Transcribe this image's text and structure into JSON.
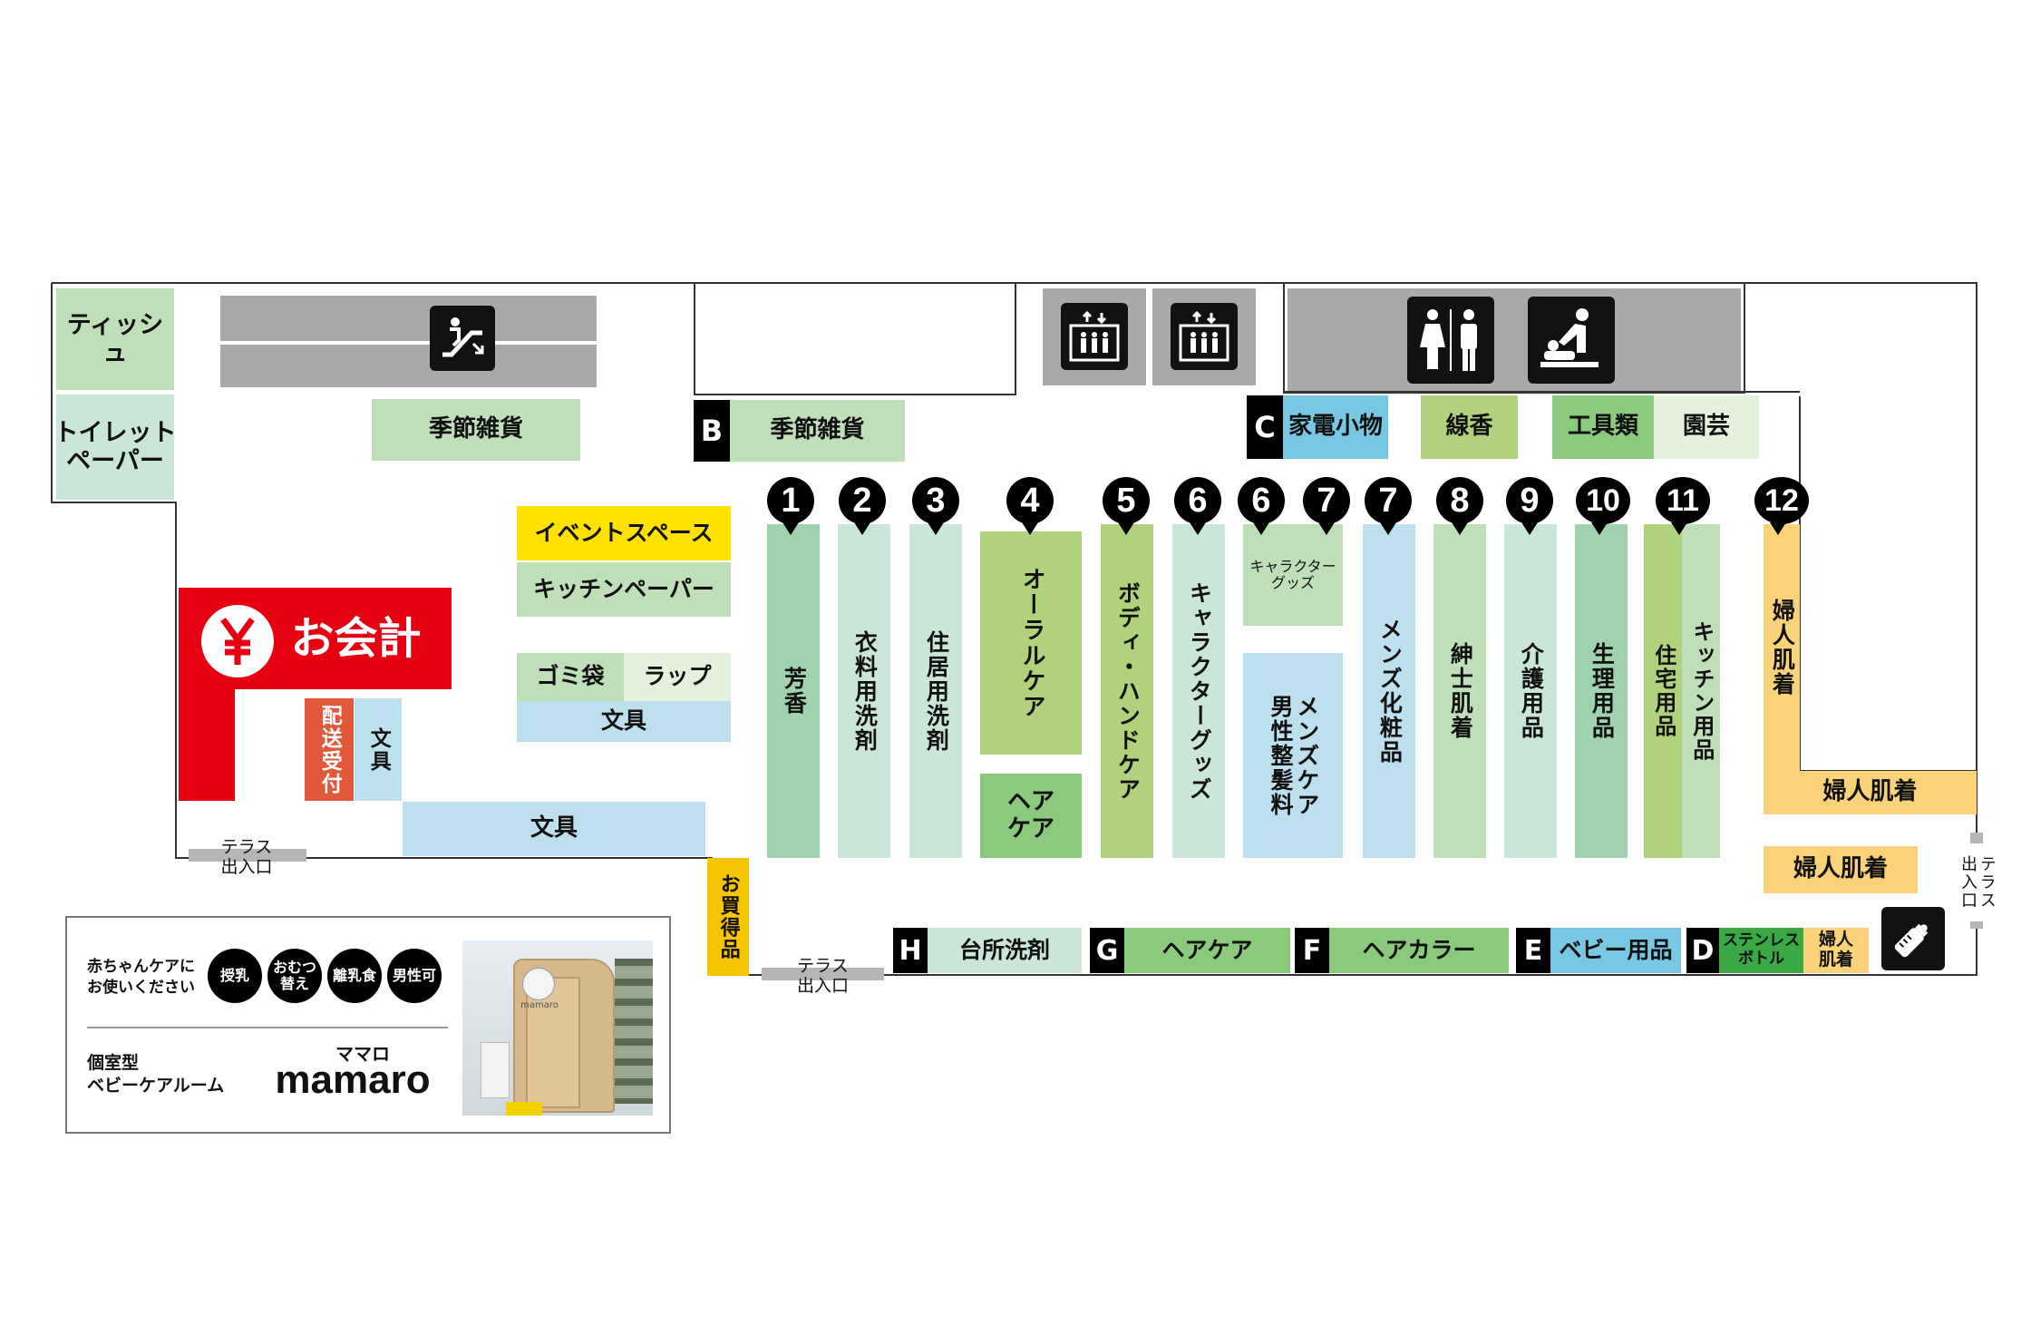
{
  "areas": {
    "tissue": "ティッシュ",
    "toilet_paper": "トイレット\nペーパー",
    "seasonal_left": "季節雑貨",
    "seasonal_b": "季節雑貨",
    "event_space": "イベントスペース",
    "kitchen_paper": "キッチンペーパー",
    "trash_bags": "ゴミ袋",
    "wrap": "ラップ",
    "stationery_1": "文具",
    "stationery_2": "文具",
    "stationery_3": "文具",
    "checkout": "お会計",
    "delivery": "配送受付",
    "bargain": "お買得品",
    "appliances": "家電小物",
    "incense": "線香",
    "tools": "工具類",
    "gardening": "園芸",
    "terrace_exit_left": "テラス\n出入口",
    "terrace_exit_bottom": "テラス\n出入口",
    "terrace_exit_right": "テラス\n出入口"
  },
  "zone_letters": [
    "B",
    "C",
    "D",
    "E",
    "F",
    "G",
    "H"
  ],
  "aisle_numbers": [
    "1",
    "2",
    "3",
    "4",
    "5",
    "6",
    "6",
    "7",
    "7",
    "8",
    "9",
    "10",
    "11",
    "12"
  ],
  "aisles": {
    "a1": "芳香",
    "a2": "衣料用洗剤",
    "a3": "住居用洗剤",
    "a4_top": "オーラルケア",
    "a4_bottom": "ヘア\nケア",
    "a5": "ボディ・ハンドケア",
    "a6": "キャラクターグッズ",
    "a6_top": "キャラクター\nグッズ",
    "a7_mens_care": "メンズケア\n男性整髪料",
    "a7_mens_cosmetics": "メンズ化粧品",
    "a8": "紳士肌着",
    "a9": "介護用品",
    "a10": "生理用品",
    "a11_left": "住宅用品",
    "a11_right": "キッチン用品",
    "a12": "婦人肌着",
    "womens_underwear_2": "婦人肌着",
    "womens_underwear_3": "婦人肌着",
    "womens_underwear_4": "婦人\n肌着"
  },
  "bottom_row": {
    "h": "台所洗剤",
    "g": "ヘアケア",
    "f": "ヘアカラー",
    "e": "ベビー用品",
    "d": "ステンレス\nボトル"
  },
  "mamaro": {
    "care_text": "赤ちゃんケアに\nお使いください",
    "badges": [
      "授乳",
      "おむつ\n替え",
      "離乳食",
      "男性可"
    ],
    "room_type": "個室型\nベビーケアルーム",
    "ruby": "ママロ",
    "brand": "mamaro",
    "photo_logo": "mamaro"
  },
  "icons": [
    "escalator-icon",
    "elevator-icon",
    "elevator-icon",
    "restroom-icon",
    "baby-changing-icon",
    "baby-bottle-icon",
    "yen-icon"
  ],
  "colors": {
    "gray": "#a8a9ab",
    "checkout_red": "#e50012",
    "event_yellow": "#ffe200",
    "womens_orange": "#f9d27a"
  }
}
